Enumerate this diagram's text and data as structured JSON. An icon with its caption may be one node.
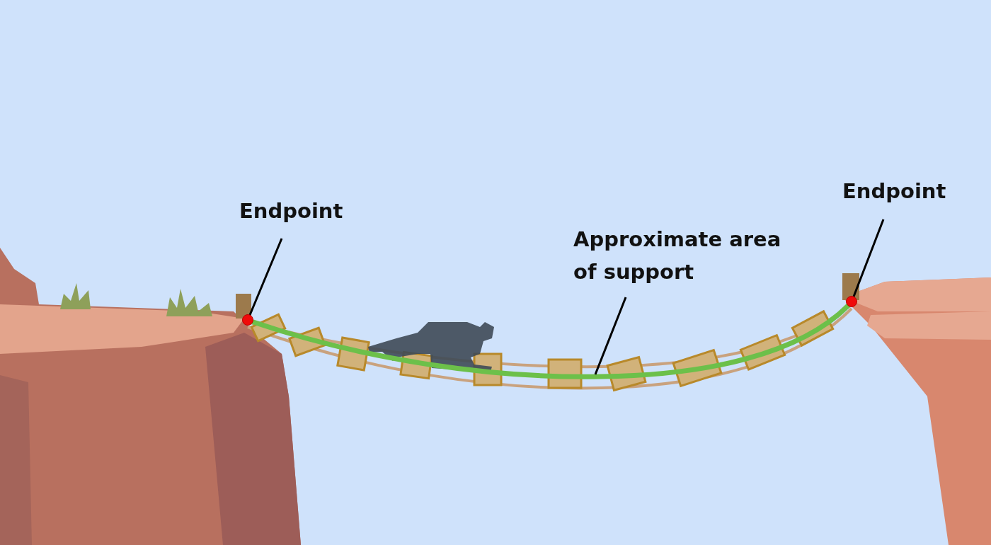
{
  "diagram": {
    "nodes": [
      {
        "text": [
          "Endpoint"
        ]
      },
      {
        "text": [],
        "shape": "circle"
      },
      {
        "text": [
          "Endpoint"
        ]
      },
      {
        "text": [],
        "shape": "circle"
      },
      {
        "text": [
          "Approximate area of support"
        ]
      },
      {
        "text": [],
        "shape": "line"
      }
    ],
    "edges": [
      {
        "from": 0,
        "to": 1,
        "arrow": "none"
      },
      {
        "from": 2,
        "to": 3,
        "arrow": "none"
      },
      {
        "from": 4,
        "to": 5,
        "arrow": "none"
      }
    ]
  }
}
